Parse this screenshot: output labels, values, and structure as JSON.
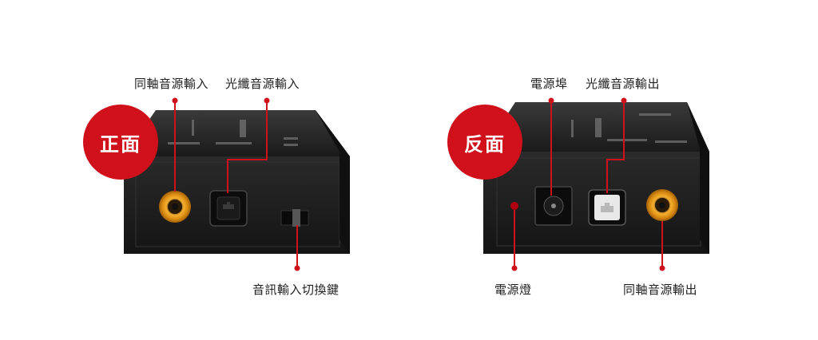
{
  "front": {
    "badge": "正面",
    "labels": {
      "coax_input": "同軸音源輸入",
      "optical_input": "光纖音源輸入",
      "switch": "音訊輸入切換鍵"
    }
  },
  "back": {
    "badge": "反面",
    "labels": {
      "power_port": "電源埠",
      "optical_output": "光纖音源輸出",
      "power_led": "電源燈",
      "coax_output": "同軸音源輸出"
    }
  },
  "colors": {
    "accent": "#d0111b",
    "device_body": "#1e1e1e",
    "rca_ring": "#e8a020"
  }
}
